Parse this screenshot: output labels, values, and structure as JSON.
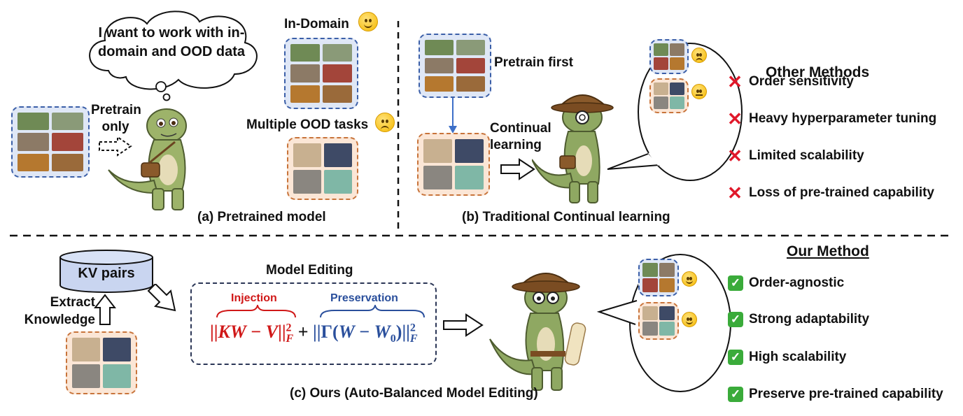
{
  "panel_a": {
    "thought": "I want to work with in-domain and OOD data",
    "pretrain_label": "Pretrain only",
    "in_domain_label": "In-Domain",
    "ood_label": "Multiple OOD tasks",
    "caption": "(a) Pretrained model"
  },
  "panel_b": {
    "pretrain_first": "Pretrain first",
    "continual": "Continual learning",
    "caption": "(b) Traditional Continual learning"
  },
  "other_methods": {
    "title": "Other Methods",
    "items": [
      "Order sensitivity",
      "Heavy hyperparameter tuning",
      "Limited scalability",
      "Loss of pre-trained capability"
    ]
  },
  "panel_c": {
    "kv_label": "KV pairs",
    "extract": "Extract Knowledge",
    "model_editing": "Model Editing",
    "injection": "Injection",
    "preservation": "Preservation",
    "caption": "(c) Ours (Auto-Balanced Model Editing)"
  },
  "our_method": {
    "title": "Our Method",
    "items": [
      "Order-agnostic",
      "Strong adaptability",
      "High scalability",
      "Preserve pre-trained capability"
    ]
  },
  "colors": {
    "injection": "#d01818",
    "preservation": "#2a4f9c",
    "blue_box": "#3b5fa8",
    "orange_box": "#c8743b"
  }
}
